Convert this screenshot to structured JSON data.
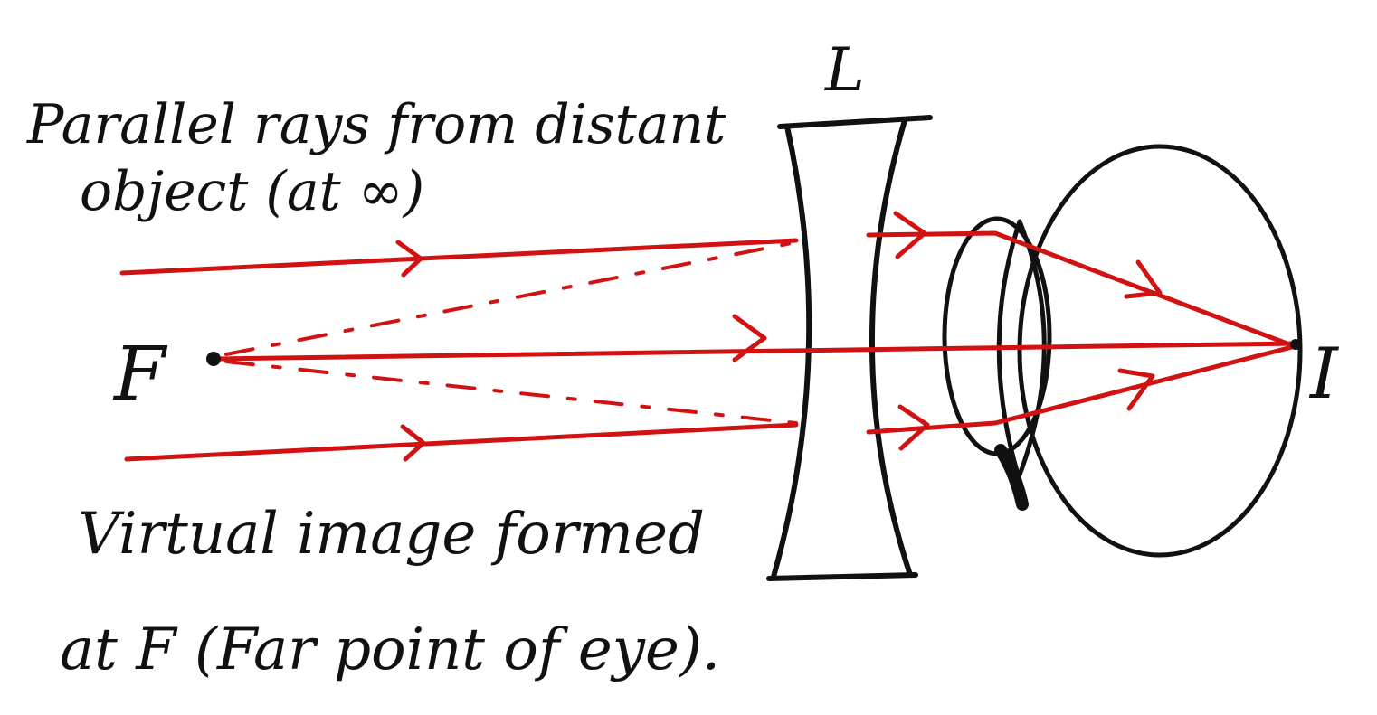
{
  "labels": {
    "top_line1": "Parallel rays from distant",
    "top_line2": "object (at ∞)",
    "lens": "L",
    "focus": "F",
    "image_point": "I",
    "bottom_line1": "Virtual image formed",
    "bottom_line2": "at F (Far point of eye)."
  },
  "colors": {
    "ink": "#111111",
    "ray": "#d11212",
    "background": "#ffffff"
  }
}
